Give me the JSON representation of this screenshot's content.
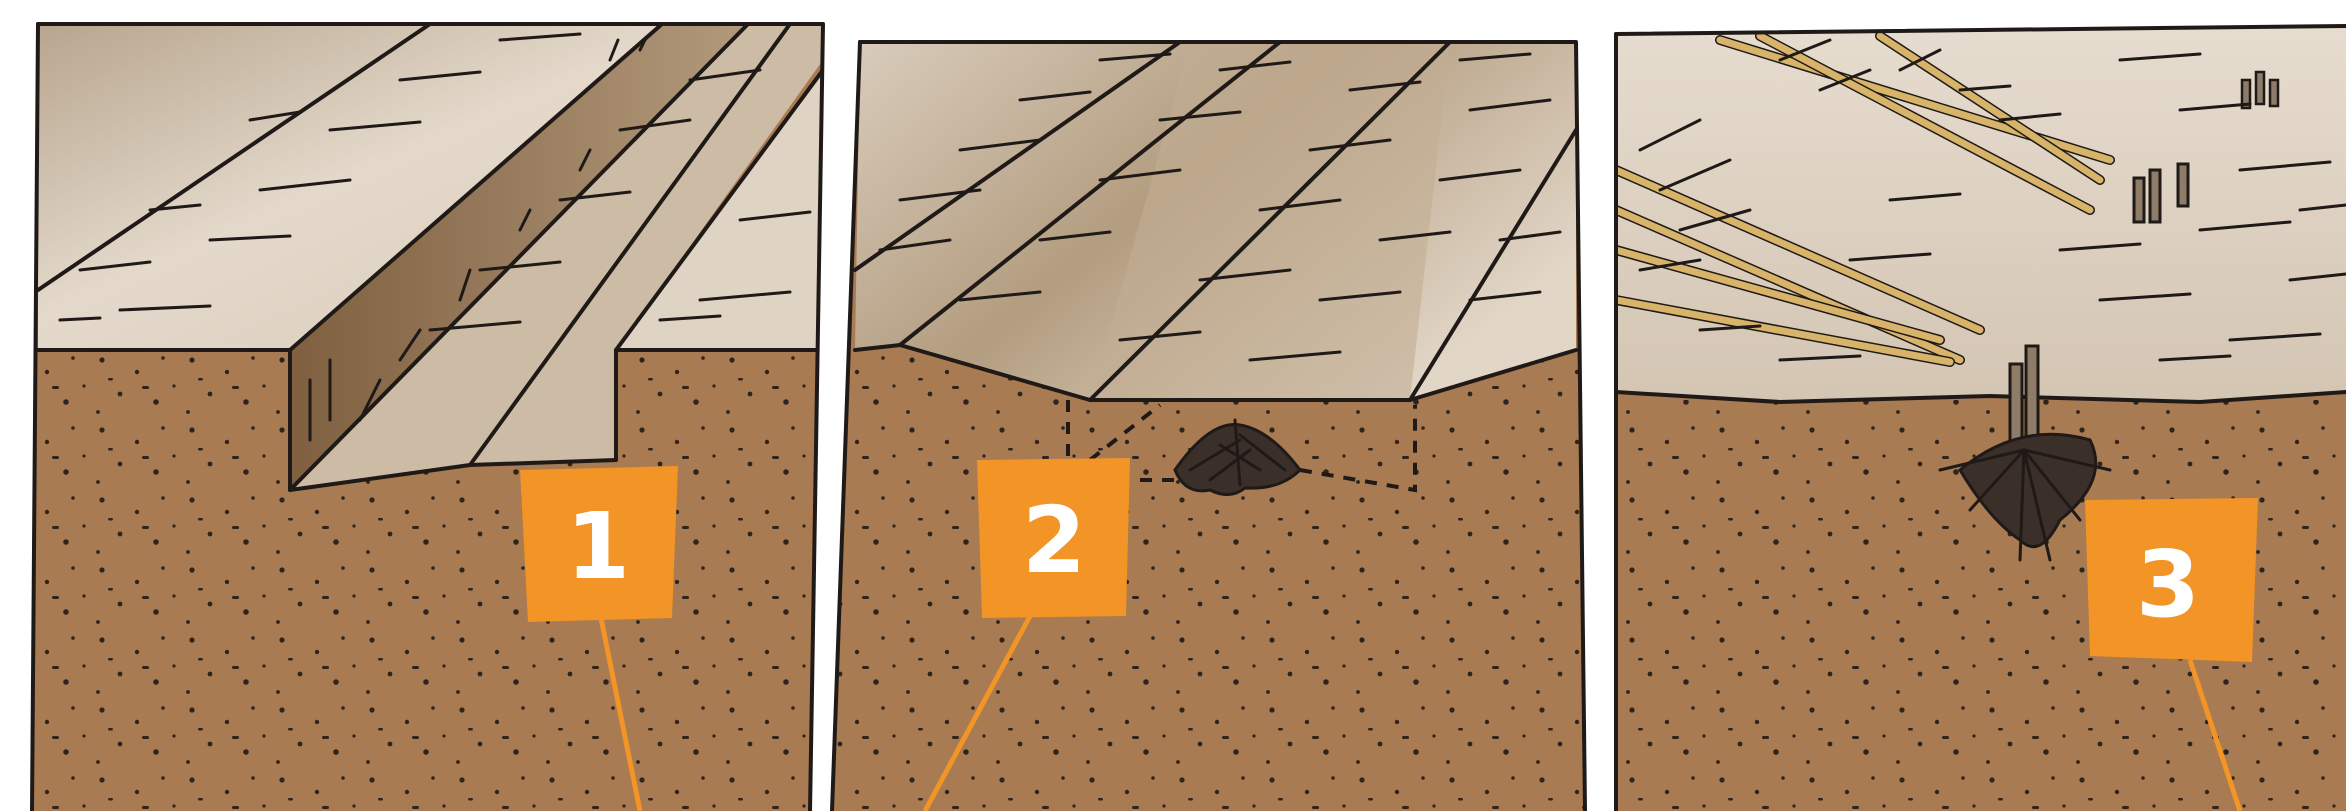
{
  "figure": {
    "panels": [
      {
        "id": "panel-1",
        "step_label": "1",
        "scene": "trench-cut"
      },
      {
        "id": "panel-2",
        "step_label": "2",
        "scene": "sod-flipped-over-root-ball"
      },
      {
        "id": "panel-3",
        "step_label": "3",
        "scene": "plant-in-place-with-cut-stalks"
      }
    ]
  },
  "colors": {
    "soil": "#a87b52",
    "turf_light": "#e2d6c7",
    "turf_mid": "#c9b8a2",
    "turf_shadow": "#8f6e4a",
    "outline": "#1f1a17",
    "tag": "#f39426",
    "tag_text": "#ffffff",
    "straw": "#d8b36a",
    "background": "#ffffff"
  },
  "icons": [
    "root-ball-icon",
    "plant-stalks-icon",
    "cut-stalks-icon",
    "straw-pile-icon"
  ]
}
